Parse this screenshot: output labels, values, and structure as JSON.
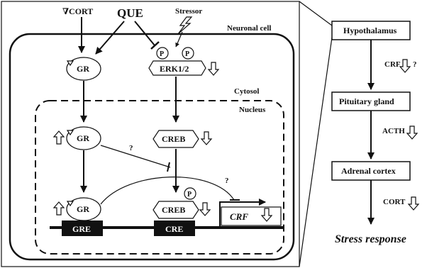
{
  "cell": {
    "title": "Neuronal cell",
    "cytosol": "Cytosol",
    "nucleus": "Nucleus"
  },
  "inputs": {
    "cort": "∇CORT",
    "que": "QUE",
    "stressor": "Stressor"
  },
  "nodes": {
    "gr_cytosol": "GR",
    "gr_nucleus": "GR",
    "gr_dna": "GR",
    "erk": "ERK1/2",
    "creb": "CREB",
    "creb_p": "CREB",
    "phospho": "P",
    "gre": "GRE",
    "cre": "CRE",
    "crf_gene": "CRF"
  },
  "question_mark": "?",
  "axis": {
    "hypothalamus": "Hypothalamus",
    "crf": "CRF",
    "pituitary": "Pituitary gland",
    "acth": "ACTH",
    "adrenal": "Adrenal cortex",
    "cort": "CORT",
    "response": "Stress response"
  }
}
